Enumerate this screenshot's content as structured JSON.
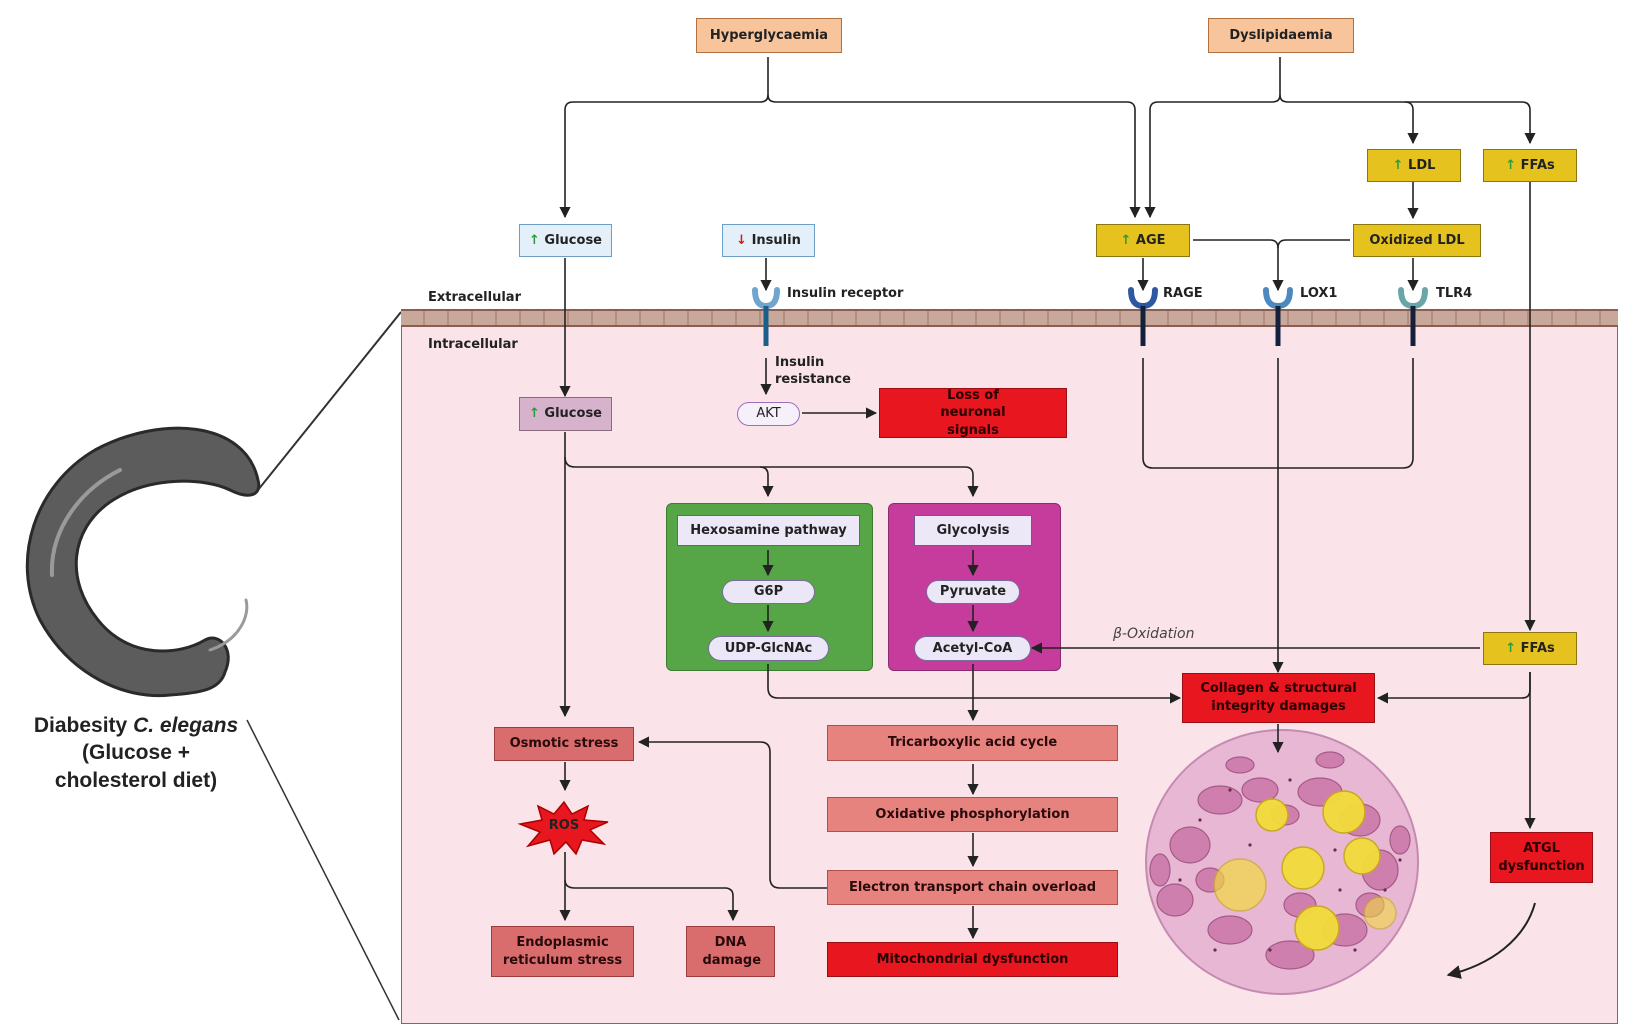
{
  "inputs": {
    "hyperglycaemia": "Hyperglycaemia",
    "dyslipidaemia": "Dyslipidaemia"
  },
  "extracellular": {
    "glucose": "Glucose",
    "insulin": "Insulin",
    "ldl": "LDL",
    "ffas_top": "FFAs",
    "age": "AGE",
    "oxidized_ldl": "Oxidized LDL",
    "glucose_arrow": "↑",
    "insulin_arrow": "↓",
    "ldl_arrow": "↑",
    "ffas_arrow": "↑",
    "age_arrow": "↑"
  },
  "compartments": {
    "extracellular": "Extracellular",
    "intracellular": "Intracellular"
  },
  "receptors": {
    "insulin_receptor": "Insulin receptor",
    "rage": "RAGE",
    "lox1": "LOX1",
    "tlr4": "TLR4"
  },
  "intracellular": {
    "glucose": "Glucose",
    "glucose_arrow": "↑",
    "insulin_resistance": "Insulin resistance",
    "akt": "AKT",
    "loss_neuronal": "Loss of neuronal signals",
    "hexosamine": "Hexosamine pathway",
    "g6p": "G6P",
    "udp_glcnac": "UDP-GlcNAc",
    "glycolysis": "Glycolysis",
    "pyruvate": "Pyruvate",
    "acetyl_coa": "Acetyl-CoA",
    "beta_oxidation": "β-Oxidation",
    "ffas": "FFAs",
    "ffas_arrow": "↑",
    "collagen": "Collagen & structural integrity damages",
    "osmotic": "Osmotic stress",
    "ros": "ROS",
    "er_stress": "Endoplasmic reticulum stress",
    "dna_damage": "DNA damage",
    "tca": "Tricarboxylic acid cycle",
    "oxphos": "Oxidative phosphorylation",
    "etc": "Electron transport chain overload",
    "mito": "Mitochondrial dysfunction",
    "atgl": "ATGL dysfunction"
  },
  "organism": {
    "caption_line1": "Diabesity ",
    "caption_italic1": "C.",
    "caption_italic2": "elegans",
    "caption_rest": " (Glucose + cholesterol diet)"
  },
  "colors": {
    "orange": "#f8c49c",
    "yellow": "#e6c21e",
    "red": "#e8161e",
    "green_panel": "#56a547",
    "magenta_panel": "#c53c9c",
    "cell_bg": "#fbe3ea"
  }
}
